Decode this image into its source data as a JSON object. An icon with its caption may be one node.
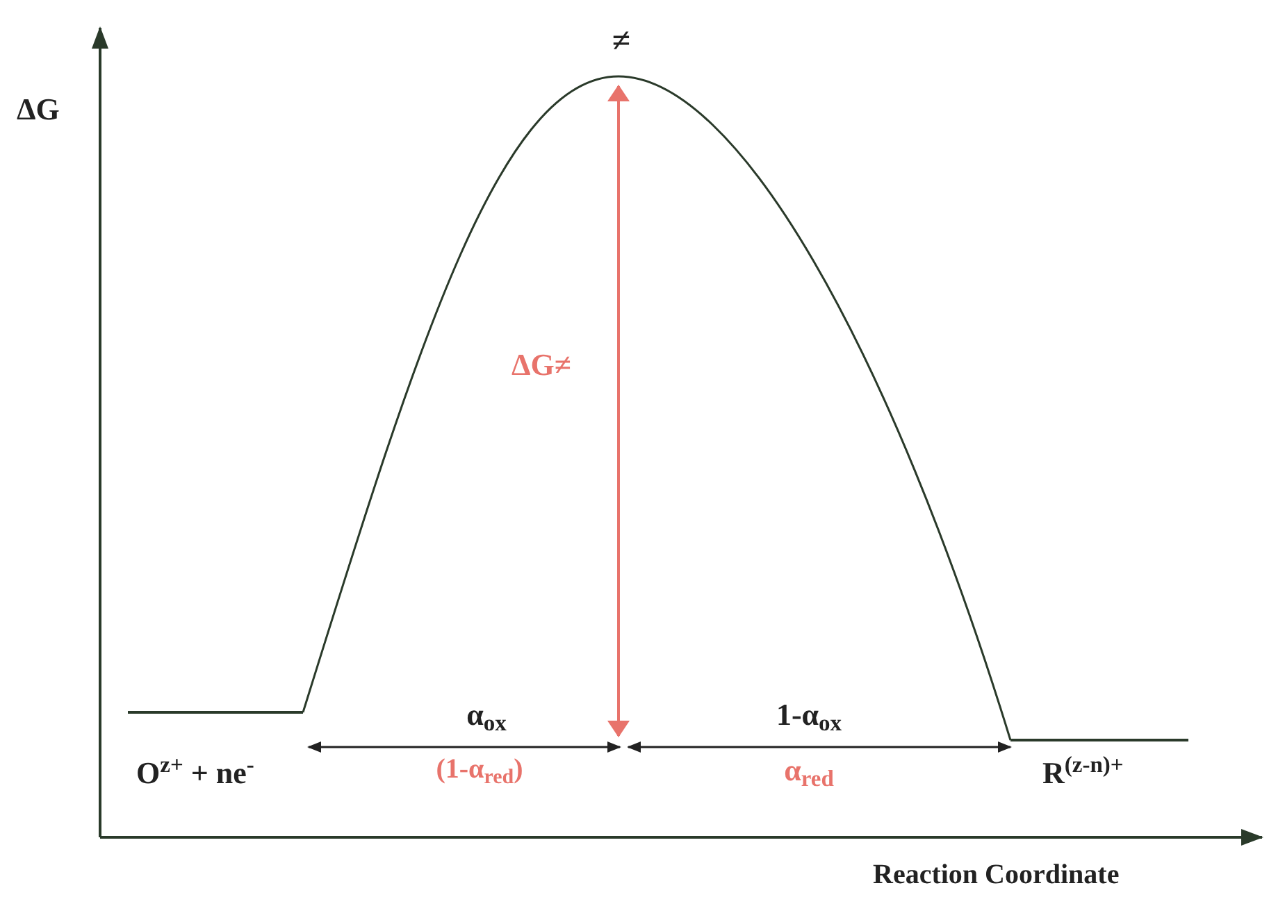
{
  "diagram": {
    "labels": [
      "ΔG",
      "≠",
      "ΔG≠",
      "α$_{ox}$",
      "(1-α$_{red}$)",
      "1-α$_{ox}$",
      "α$_{red}$",
      "O$^{z+}$ + ne$^{-}$",
      "R$^{(z-n)+}$",
      "Reaction Coordinate"
    ]
  }
}
